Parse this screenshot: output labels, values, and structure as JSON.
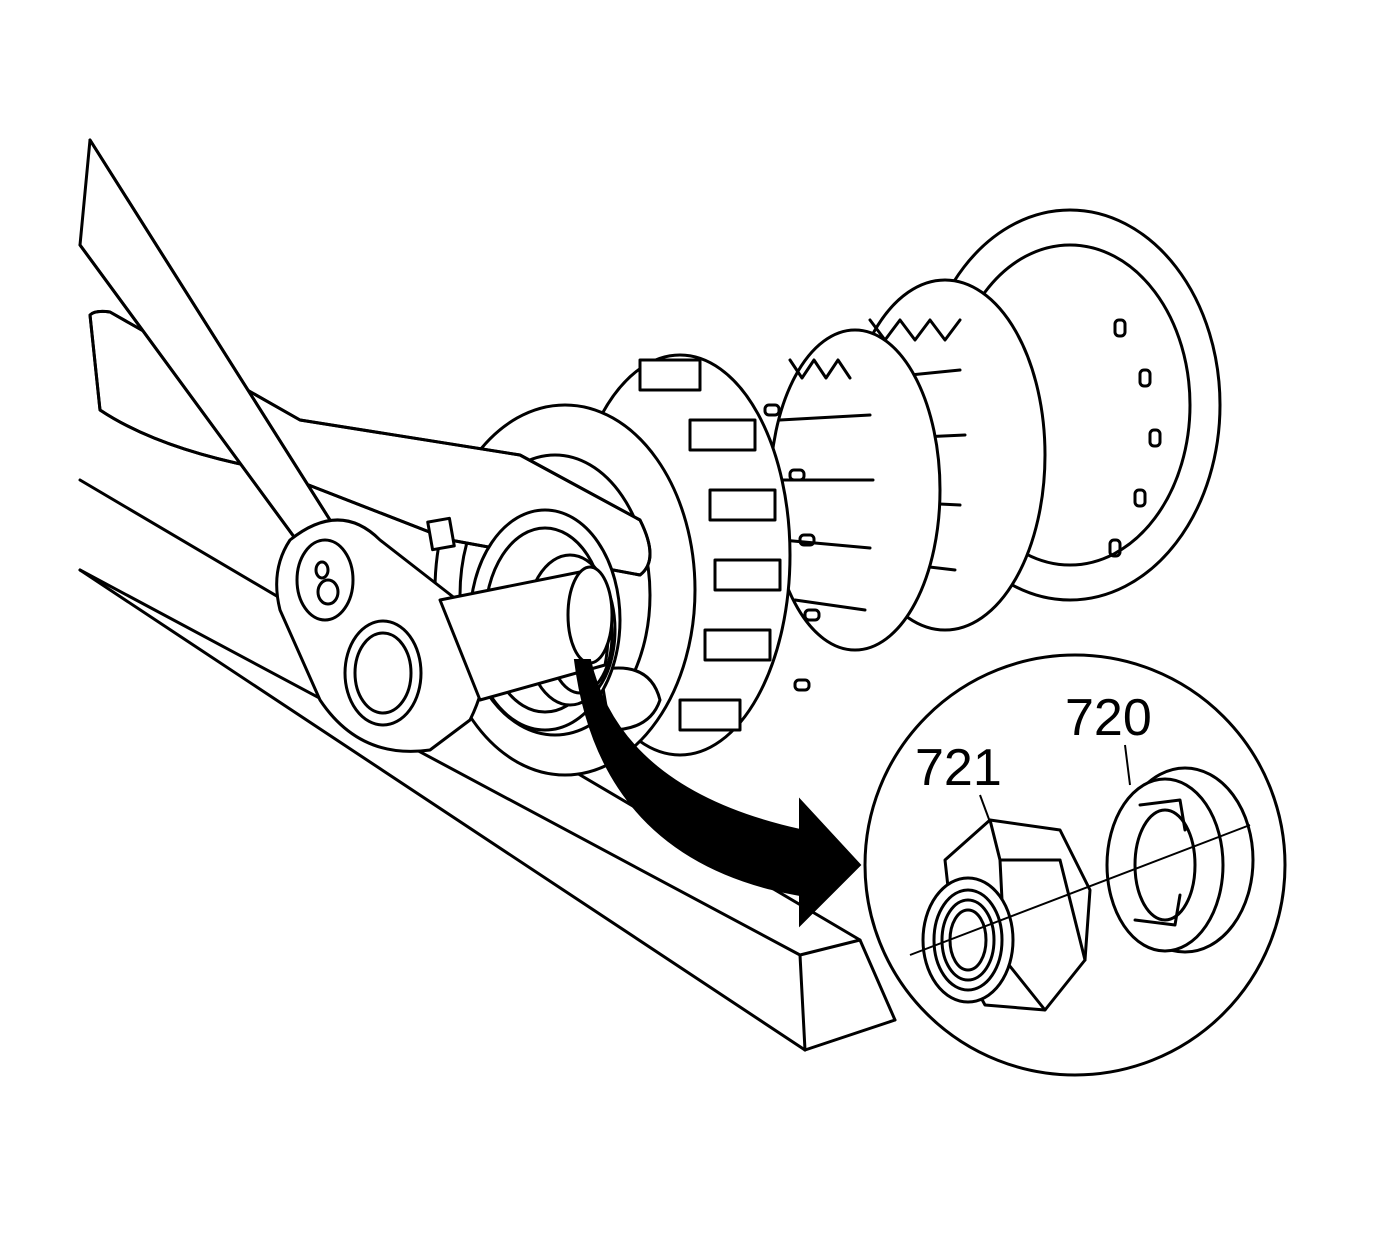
{
  "diagram": {
    "callouts": [
      {
        "id": "nut",
        "label": "721"
      },
      {
        "id": "washer",
        "label": "720"
      }
    ]
  }
}
